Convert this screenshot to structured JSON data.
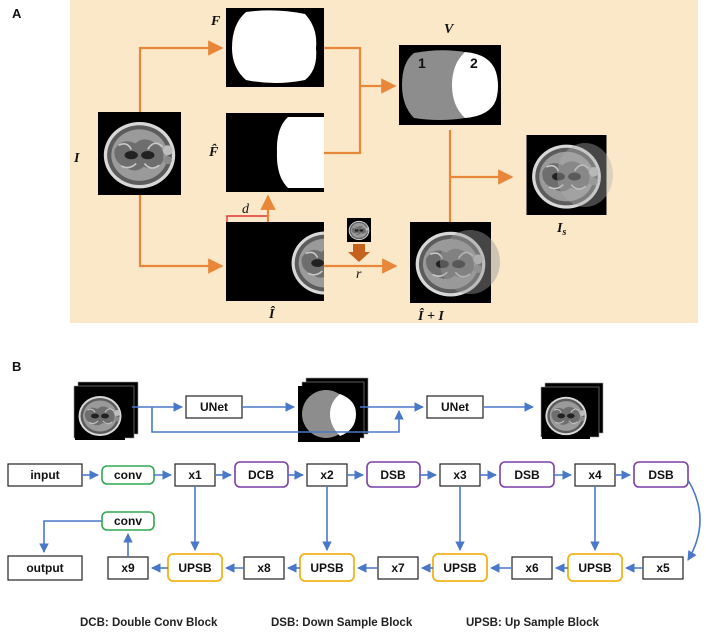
{
  "panel_a": {
    "letter": "A",
    "background": "#fbe8c8",
    "arrow_color": "#e8873a",
    "labels": {
      "I": "I",
      "F": "F",
      "F_hat": "F̂",
      "I_hat": "Î",
      "V": "V",
      "Is_main": "I",
      "Is_sub": "s",
      "I_sum": "Î + I",
      "d": "d",
      "r": "r",
      "region_1": "1",
      "region_2": "2"
    }
  },
  "panel_b": {
    "letter": "B",
    "arrow_color": "#4a78c8",
    "top_row": {
      "unet_1": "UNet",
      "unet_2": "UNet"
    },
    "encoder": {
      "input": "input",
      "conv": "conv",
      "x1": "x1",
      "dcb": "DCB",
      "x2": "x2",
      "dsb_1": "DSB",
      "x3": "x3",
      "dsb_2": "DSB",
      "x4": "x4",
      "dsb_3": "DSB"
    },
    "decoder": {
      "output": "output",
      "conv": "conv",
      "x9": "x9",
      "upsb_1": "UPSB",
      "x8": "x8",
      "upsb_2": "UPSB",
      "x7": "x7",
      "upsb_3": "UPSB",
      "x6": "x6",
      "upsb_4": "UPSB",
      "x5": "x5"
    },
    "colors": {
      "conv": "#2fa84f",
      "dcb_dsb": "#7a3fa8",
      "upsb": "#f2b21b"
    },
    "legend": {
      "dcb": "DCB: Double Conv Block",
      "dsb": "DSB: Down Sample Block",
      "upsb": "UPSB: Up Sample Block"
    }
  }
}
